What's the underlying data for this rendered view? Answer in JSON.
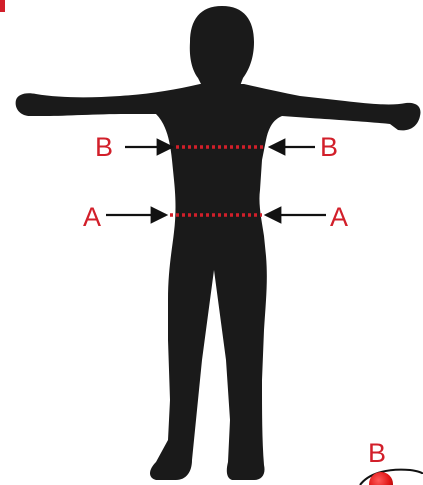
{
  "labels": {
    "b_left": "B",
    "b_right": "B",
    "a_left": "A",
    "a_right": "A",
    "b_corner": "B"
  },
  "measurements": [
    {
      "label": "B",
      "position": "chest"
    },
    {
      "label": "A",
      "position": "waist"
    }
  ],
  "colors": {
    "silhouette": "#1a1a1a",
    "accent_red": "#d21f2a",
    "arrow": "#111111",
    "background": "#ffffff"
  }
}
